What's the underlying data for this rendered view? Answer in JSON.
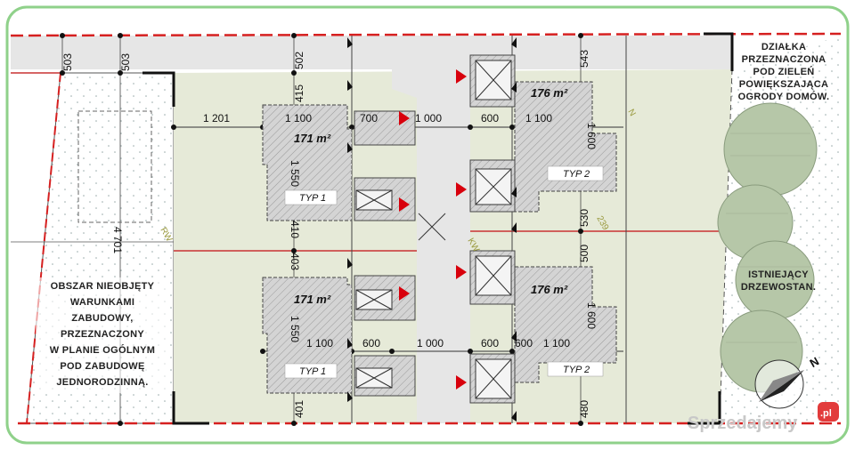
{
  "labels": {
    "top_left_503a": "503",
    "top_left_503b": "503",
    "top_502": "502",
    "top_415": "415",
    "top_543": "543",
    "width_1201": "1 201",
    "width_1100_a": "1 100",
    "width_700": "700",
    "width_1000_top": "1 000",
    "width_600_a": "600",
    "width_1100_b": "1 100",
    "depth_1600_a": "1 600",
    "depth_1550_a": "1 550",
    "length_4701": "4 701",
    "mid_410": "410",
    "mid_403": "403",
    "mid_530": "530",
    "mid_500": "500",
    "depth_1550_b": "1 550",
    "depth_1600_b": "1 600",
    "width_1100_c": "1 100",
    "width_600_b": "600",
    "width_1000_bottom": "1 000",
    "width_600_c": "600",
    "width_600_d": "600",
    "width_1100_d": "1 100",
    "bottom_401": "401",
    "bottom_480": "480",
    "rw": "RW",
    "kw": "KW",
    "n_label": "N",
    "zone_a": "239"
  },
  "houses": [
    {
      "area": "171 m²",
      "type": "TYP 1"
    },
    {
      "area": "176 m²",
      "type": "TYP 2"
    },
    {
      "area": "171 m²",
      "type": "TYP 1"
    },
    {
      "area": "176 m²",
      "type": "TYP 2"
    }
  ],
  "notes": {
    "right_top": [
      "DZIAŁKA",
      "PRZEZNACZONA",
      "POD ZIELEŃ",
      "POWIĘKSZAJĄCA",
      "OGRODY DOMÓW."
    ],
    "right_mid": [
      "ISTNIEJĄCY",
      "DRZEWOSTAN."
    ],
    "left": [
      "OBSZAR NIEOBJĘTY",
      "WARUNKAMI",
      "ZABUDOWY,",
      "PRZEZNACZONY",
      "W PLANIE OGÓLNYM",
      "POD ZABUDOWĘ",
      "JEDNORODZINNĄ."
    ]
  },
  "compass": {
    "label": "N"
  },
  "watermark": {
    "text": "Sprzedajemy",
    "suffix": ".pl"
  },
  "colors": {
    "border_green": "#8fd18a",
    "lot_fill": "#e6ead8",
    "road_fill": "#e6e6e6",
    "boundary_red": "#d62020",
    "lot_line_red": "#c83232",
    "house_fill": "#d2d2d2",
    "arrow_red": "#d8000c",
    "tree_fill": "#b6c7a8"
  }
}
